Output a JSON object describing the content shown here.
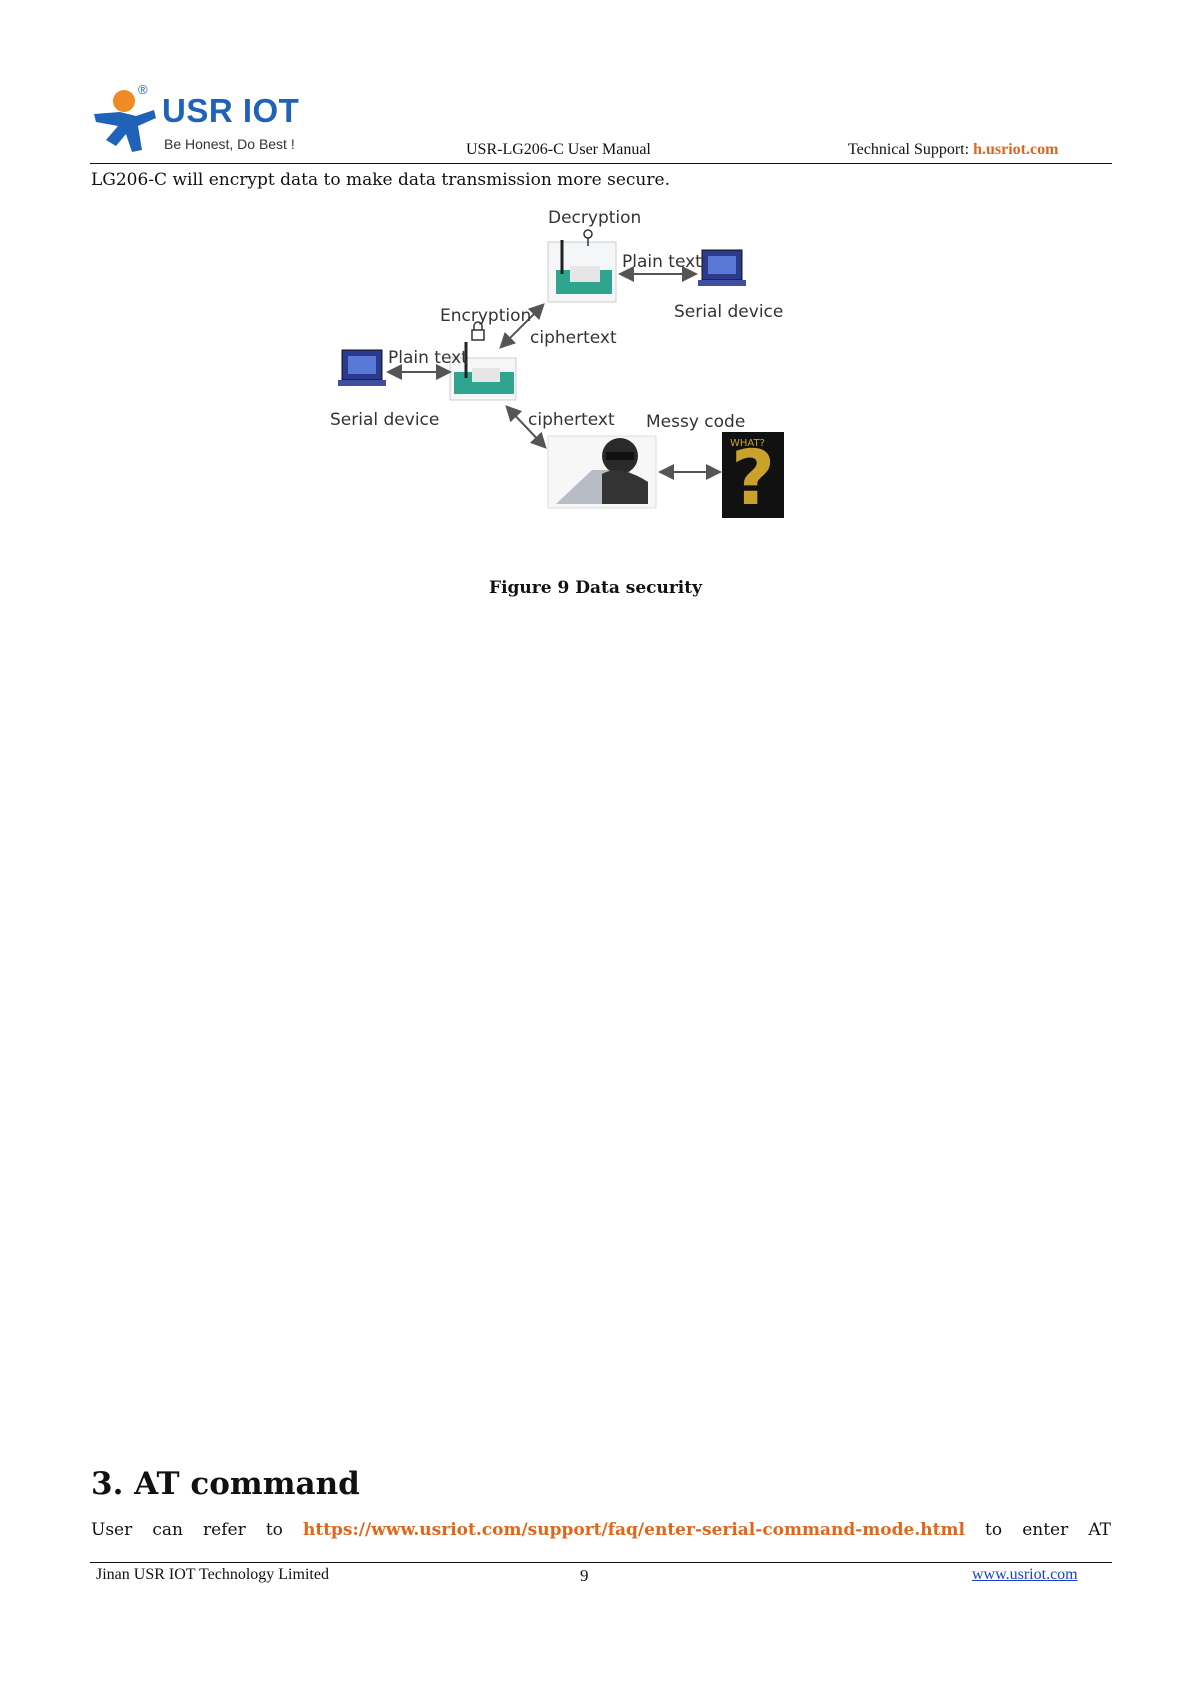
{
  "header": {
    "logo_text": "USR IOT",
    "logo_registered": "®",
    "logo_tagline": "Be Honest, Do Best !",
    "manual_title": "USR-LG206-C User Manual",
    "support_label": "Technical Support:",
    "support_link": "h.usriot.com"
  },
  "body": {
    "intro": "LG206-C will encrypt data to make data transmission more secure."
  },
  "figure": {
    "labels": {
      "decryption": "Decryption",
      "plain_text_top": "Plain text",
      "serial_device_right": "Serial device",
      "encryption": "Encryption",
      "ciphertext_top": "ciphertext",
      "plain_text_left": "Plain text",
      "serial_device_left": "Serial device",
      "ciphertext_bottom": "ciphertext",
      "messy_code": "Messy code",
      "what": "WHAT?"
    },
    "caption": "Figure 9 Data security"
  },
  "section": {
    "title": "3. AT command",
    "para_words": [
      "User",
      "can",
      "refer",
      "to"
    ],
    "para_url": "https://www.usriot.com/support/faq/enter-serial-command-mode.html",
    "para_tail": [
      "to",
      "enter",
      "AT"
    ]
  },
  "footer": {
    "company": "Jinan USR IOT Technology Limited",
    "page": "9",
    "url": "www.usriot.com"
  },
  "colors": {
    "brand_blue": "#1e63b8",
    "brand_orange": "#f08a24",
    "link_orange": "#e0661c",
    "footer_link": "#1a3fd1"
  }
}
